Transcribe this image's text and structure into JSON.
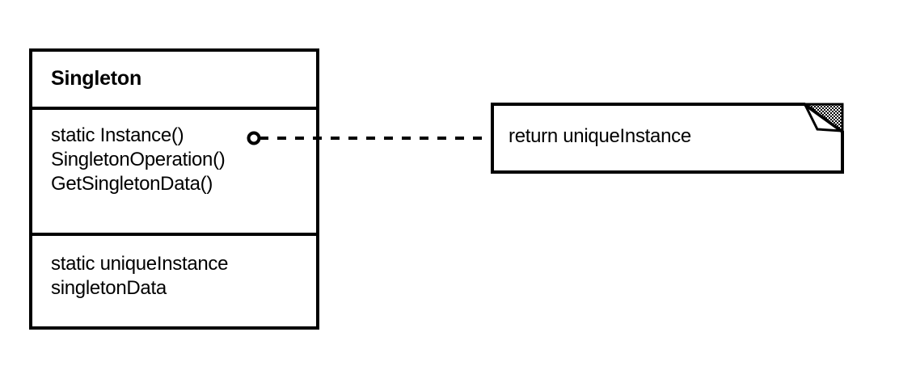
{
  "diagram": {
    "type": "uml-class-diagram",
    "pattern_name": "Singleton",
    "background_color": "#ffffff",
    "line_color": "#000000"
  },
  "class_box": {
    "name": "Singleton",
    "operations": [
      "static Instance()",
      "SingletonOperation()",
      "GetSingletonData()"
    ],
    "attributes": [
      "static uniqueInstance",
      "singletonData"
    ]
  },
  "note": {
    "text": "return uniqueInstance",
    "has_folded_corner": true,
    "fold_fill": "stippled-gray"
  },
  "connector": {
    "style": "dashed",
    "source_marker": "open-circle",
    "source_label": "static Instance()",
    "target_label": "return uniqueInstance"
  }
}
